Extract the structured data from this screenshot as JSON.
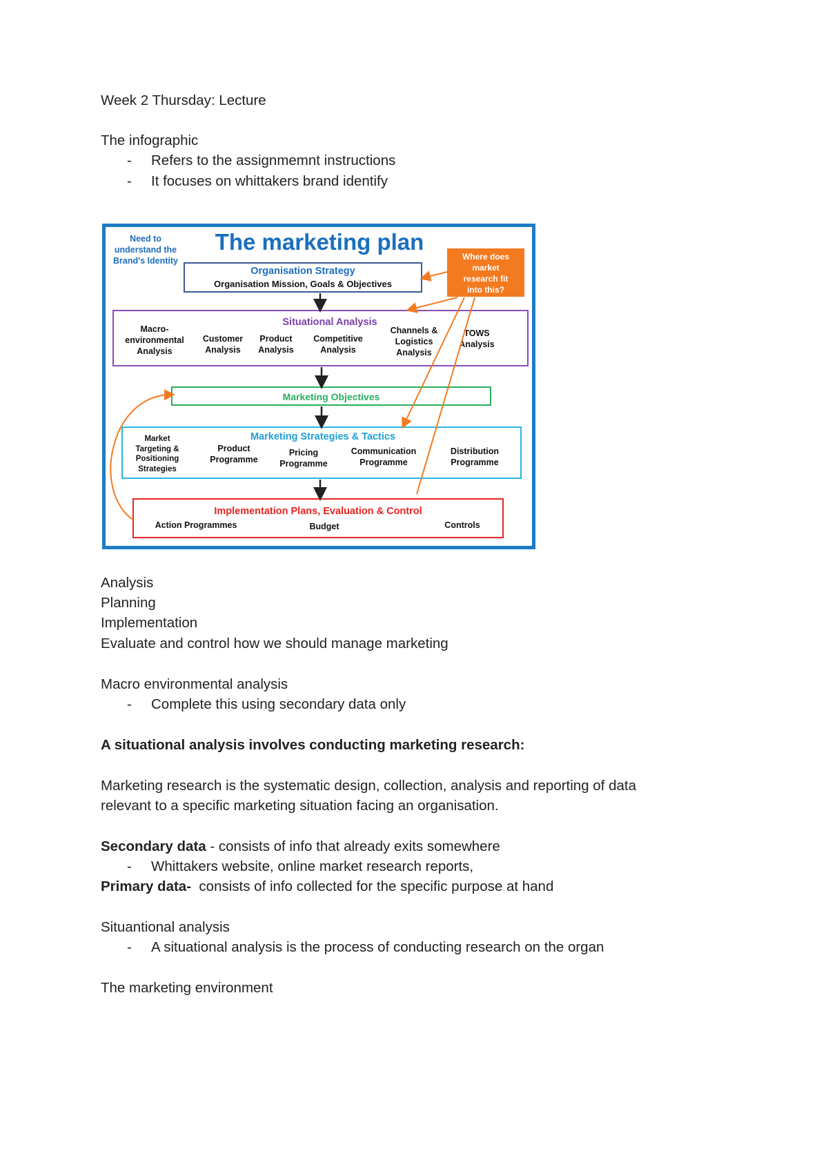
{
  "doc": {
    "title_line": "Week 2 Thursday: Lecture",
    "infographic_heading": "The infographic",
    "infographic_bullets": [
      "Refers to the assignmemnt instructions",
      "It focuses on whittakers brand identify"
    ],
    "stages": [
      "Analysis",
      "Planning",
      "Implementation",
      "Evaluate and control how we should manage marketing"
    ],
    "macro_heading": "Macro environmental analysis",
    "macro_bullet": "Complete this using secondary data only",
    "situational_bold": "A situational analysis involves conducting marketing research:",
    "mr_line1": "Marketing research is the systematic design, collection, analysis and reporting of data",
    "mr_line2": "relevant to a specific marketing situation facing an organisation.",
    "secondary_label": "Secondary data",
    "secondary_text": " - consists of info that already exits somewhere",
    "secondary_bullet": "Whittakers website, online market research reports,",
    "primary_label": "Primary data-",
    "primary_text": "  consists of info collected for the specific purpose at hand",
    "situ_heading": "Situantional analysis",
    "situ_bullet": "A situational analysis is the process of conducting research on the organ",
    "env_heading": "The marketing environment",
    "bullet_dash": "-"
  },
  "diagram": {
    "need_to": [
      "Need to",
      "understand the",
      "Brand's Identity"
    ],
    "title": "The marketing plan",
    "where": [
      "Where does",
      "market",
      "research fit",
      "into this?"
    ],
    "org_strategy": "Organisation Strategy",
    "org_sub": "Organisation Mission, Goals & Objectives",
    "situational_title": "Situational Analysis",
    "situational_items": [
      [
        "Macro-",
        "environmental",
        "Analysis"
      ],
      [
        "Customer",
        "Analysis"
      ],
      [
        "Product",
        "Analysis"
      ],
      [
        "Competitive",
        "Analysis"
      ],
      [
        "Channels &",
        "Logistics",
        "Analysis"
      ],
      [
        "TOWS",
        "Analysis"
      ]
    ],
    "objectives": "Marketing Objectives",
    "strategies_title": "Marketing Strategies & Tactics",
    "strategy_items": [
      [
        "Market",
        "Targeting &",
        "Positioning",
        "Strategies"
      ],
      [
        "Product",
        "Programme"
      ],
      [
        "Pricing",
        "Programme"
      ],
      [
        "Communication",
        "Programme"
      ],
      [
        "Distribution",
        "Programme"
      ]
    ],
    "impl_title": "Implementation Plans, Evaluation & Control",
    "impl_items": [
      "Action Programmes",
      "Budget",
      "Controls"
    ],
    "colors": {
      "frame": "#1e7bc4",
      "title": "#1a6fbf",
      "org": "#2d4f8f",
      "situational": "#7b3fa8",
      "objectives": "#27ae60",
      "strategies": "#29b6e0",
      "impl": "#e52420",
      "callout": "#f47a20"
    }
  }
}
